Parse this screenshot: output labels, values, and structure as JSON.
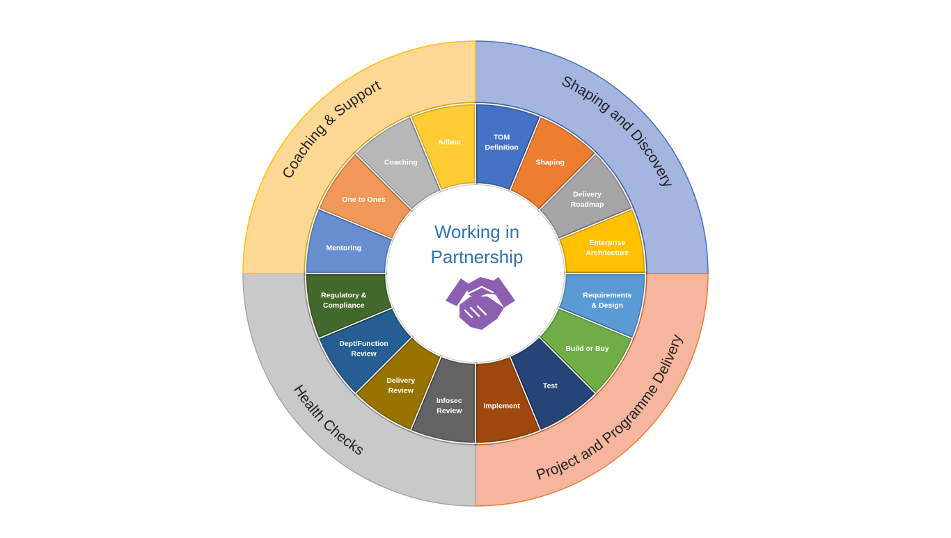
{
  "center": {
    "title_lines": [
      "Working in",
      "Partnership"
    ],
    "icon": "handshake-icon",
    "icon_color": "#8c5fb0"
  },
  "quadrants": [
    {
      "title": "Shaping and Discovery",
      "color": "#a4b5e0",
      "stroke": "#4472c4"
    },
    {
      "title": "Project and Programme Delivery",
      "color": "#f6b59e",
      "stroke": "#ed7d31"
    },
    {
      "title": "Health Checks",
      "color": "#c9c9c9",
      "stroke": "#a5a5a5"
    },
    {
      "title": "Coaching & Support",
      "color": "#fdd894",
      "stroke": "#ffc000"
    }
  ],
  "segments": [
    {
      "label": "TOM Definition",
      "color": "#4472c4"
    },
    {
      "label": "Shaping",
      "color": "#ed7d31"
    },
    {
      "label": "Delivery Roadmap",
      "color": "#a5a5a5"
    },
    {
      "label": "Enterprise Architecture",
      "color": "#ffc000"
    },
    {
      "label": "Requirements & Design",
      "color": "#5b9bd5"
    },
    {
      "label": "Build or Buy",
      "color": "#70ad47"
    },
    {
      "label": "Test",
      "color": "#264478"
    },
    {
      "label": "Implement",
      "color": "#9e480e"
    },
    {
      "label": "Infosec Review",
      "color": "#636363"
    },
    {
      "label": "Delivery Review",
      "color": "#997300"
    },
    {
      "label": "Dept/Function Review",
      "color": "#255e91"
    },
    {
      "label": "Regulatory & Compliance",
      "color": "#43682b"
    },
    {
      "label": "Mentoring",
      "color": "#698ed0"
    },
    {
      "label": "One to Ones",
      "color": "#f1975a"
    },
    {
      "label": "Coaching",
      "color": "#b7b7b7"
    },
    {
      "label": "Adhoc",
      "color": "#ffcd33"
    }
  ]
}
